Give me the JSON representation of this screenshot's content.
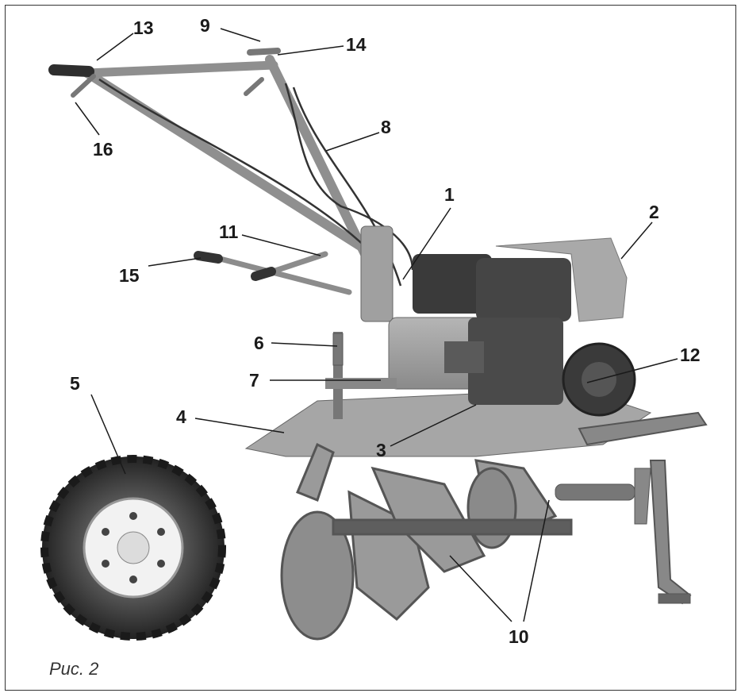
{
  "figure": {
    "caption": "Рис. 2",
    "callouts": [
      "1",
      "2",
      "3",
      "4",
      "5",
      "6",
      "7",
      "8",
      "9",
      "10",
      "11",
      "12",
      "13",
      "14",
      "15",
      "16"
    ]
  },
  "colors": {
    "body": "#9a9a9a",
    "dark": "#3a3a3a",
    "mid": "#6e6e6e",
    "light": "#c9c9c9"
  }
}
